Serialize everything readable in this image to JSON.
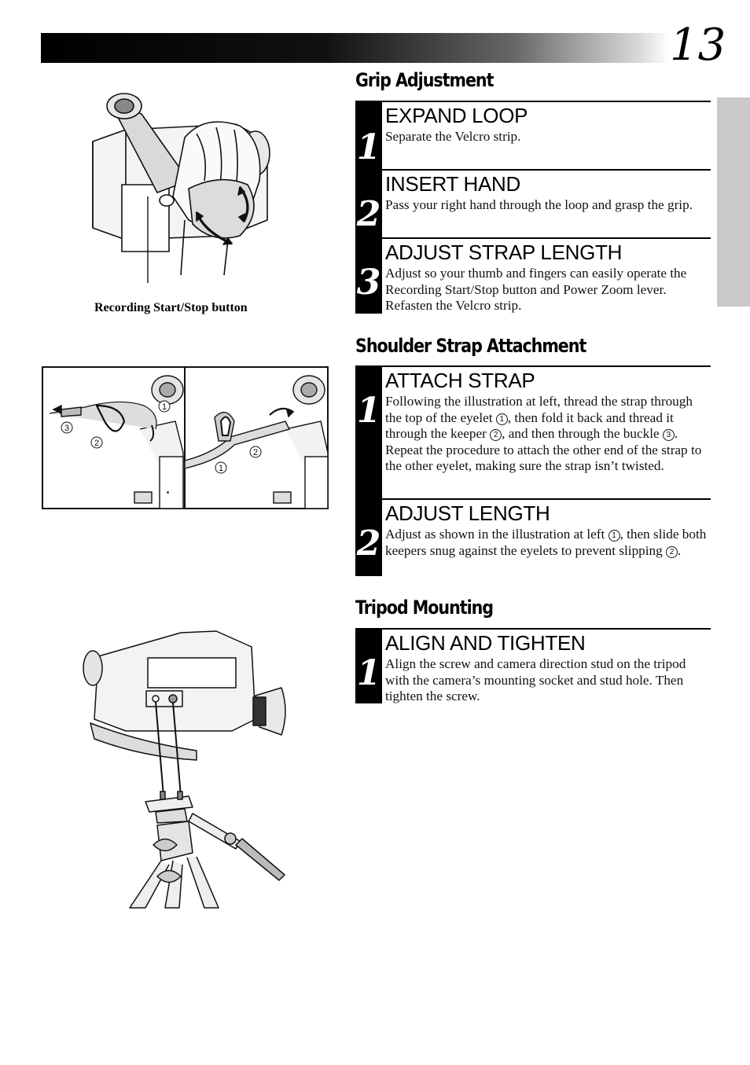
{
  "page": {
    "number": "13"
  },
  "grip": {
    "title": "Grip Adjustment",
    "caption": "Recording Start/Stop button",
    "steps": [
      {
        "num": "1",
        "title": "EXPAND LOOP",
        "text": "Separate the Velcro strip."
      },
      {
        "num": "2",
        "title": "INSERT HAND",
        "text": "Pass your right hand through the loop and grasp the grip."
      },
      {
        "num": "3",
        "title": "ADJUST STRAP LENGTH",
        "text": "Adjust so your thumb and fingers can easily operate the Recording Start/Stop button and Power Zoom lever. Refasten the Velcro strip."
      }
    ]
  },
  "shoulder": {
    "title": "Shoulder Strap Attachment",
    "callouts": [
      "1",
      "2",
      "3"
    ],
    "steps": [
      {
        "num": "1",
        "title": "ATTACH STRAP",
        "text_a": "Following the illustration at left, thread the strap through the top of the eyelet ",
        "c1": "1",
        "text_b": ", then fold it back and thread it through the keeper ",
        "c2": "2",
        "text_c": ", and then through the buckle ",
        "c3": "3",
        "text_d": ". Repeat the procedure to attach the other end of the strap to the other eyelet, making sure the strap isn’t twisted."
      },
      {
        "num": "2",
        "title": "ADJUST LENGTH",
        "text_a": "Adjust as shown in the illustration at left ",
        "c1": "1",
        "text_b": ", then slide both keepers snug against the eyelets to prevent slipping ",
        "c2": "2",
        "text_c": "."
      }
    ]
  },
  "tripod": {
    "title": "Tripod Mounting",
    "steps": [
      {
        "num": "1",
        "title": "ALIGN AND TIGHTEN",
        "text": "Align the screw and camera direction stud on the tripod with the camera’s mounting socket and stud hole. Then tighten the screw."
      }
    ]
  }
}
